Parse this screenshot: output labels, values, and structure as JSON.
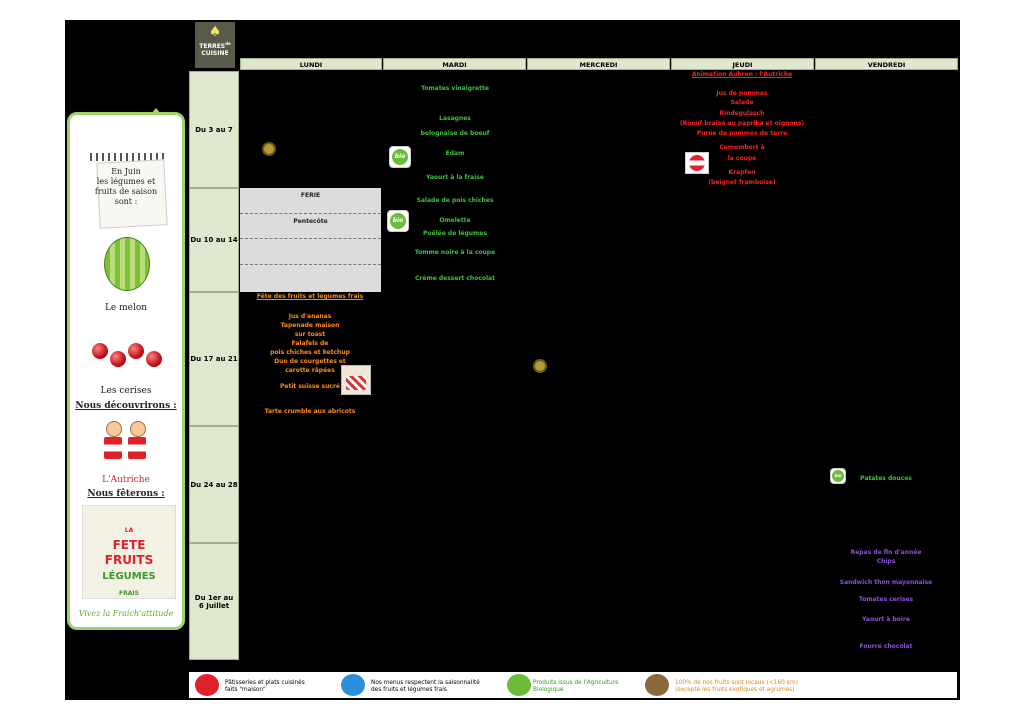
{
  "logo": {
    "line1": "TERRES",
    "line2": "CUISINE",
    "sup": "de"
  },
  "days": [
    "LUNDI",
    "MARDI",
    "MERCREDI",
    "JEUDI",
    "VENDREDI"
  ],
  "weeks": [
    "Du 3 au 7",
    "Du 10 au 14",
    "Du 17 au 21",
    "Du 24 au 28",
    "Du 1er au 6 Juillet"
  ],
  "panel": {
    "intro": [
      "En Juin",
      "les légumes et",
      "fruits de saison",
      "sont :"
    ],
    "melon": "Le melon",
    "cerises": "Les cerises",
    "decouvrir": "Nous découvrirons :",
    "autriche": "L'Autriche",
    "feter": "Nous fêterons :",
    "fete_title": [
      "LA",
      "FETE",
      "FRUITS",
      "LÉGUMES",
      "FRAIS"
    ],
    "slogan": "Vivez la Fraich'attitude"
  },
  "week1": {
    "mardi": [
      "Tomates vinaigrette",
      "Lasagnes",
      "bolognaise de boeuf",
      "Edam",
      "Yaourt à la fraise"
    ],
    "jeudi_title": "Animation Aubren : l'Autriche",
    "jeudi": [
      "Jus de pommes",
      "Salade",
      "Rindsgulasch",
      "(Boeuf braisé au paprika et oignons)",
      "Purée de pommes de terre",
      "Camembert à",
      "la coupe",
      "Krapfen",
      "(beignet framboise)"
    ]
  },
  "week2": {
    "ferie": "FERIE",
    "pentecote": "Pentecôte",
    "mardi": [
      "Salade de pois chiches",
      "Omelette",
      "Poêlée de légumes",
      "Tomme noire à la coupe",
      "Crème dessert chocolat"
    ]
  },
  "week3": {
    "title": "Fête des fruits et légumes frais",
    "lundi": [
      "Jus d'ananas",
      "Tapenade maison",
      "sur toast",
      "Falafels de",
      "pois chiches et ketchup",
      "Duo de courgettes et",
      "carotte râpées",
      "Petit suisse sucré",
      "Tarte crumble aux abricots"
    ]
  },
  "week4": {
    "vendredi": [
      "Patates douces"
    ]
  },
  "week5": {
    "vendredi": [
      "Repas de fin d'année",
      "Chips",
      "Sandwich thon mayonnaise",
      "Tomates cerises",
      "Yaourt à boire",
      "Fourré chocolat"
    ]
  },
  "legend": [
    {
      "icon": "maison-icon",
      "text": [
        "Pâtisseries et plats cuisinés",
        "faits \"maison\""
      ]
    },
    {
      "icon": "saison-icon",
      "text": [
        "Nos menus respectent la saisonnalité",
        "des fruits et légumes frais"
      ]
    },
    {
      "icon": "bio-icon",
      "text": [
        "Produits issus de l'Agriculture",
        "Biologique"
      ]
    },
    {
      "icon": "local-icon",
      "text": [
        "100% de nos fruits sont locaux (<160 km)",
        "(excepté les fruits exotiques et agrumes)"
      ]
    }
  ],
  "colors": {
    "green": "#3cc23c",
    "red": "#ff2020",
    "orange": "#ff8c1a",
    "purple": "#8f4fd8",
    "header_bg": "#dfe8cf",
    "panel_border": "#9ed36b"
  }
}
